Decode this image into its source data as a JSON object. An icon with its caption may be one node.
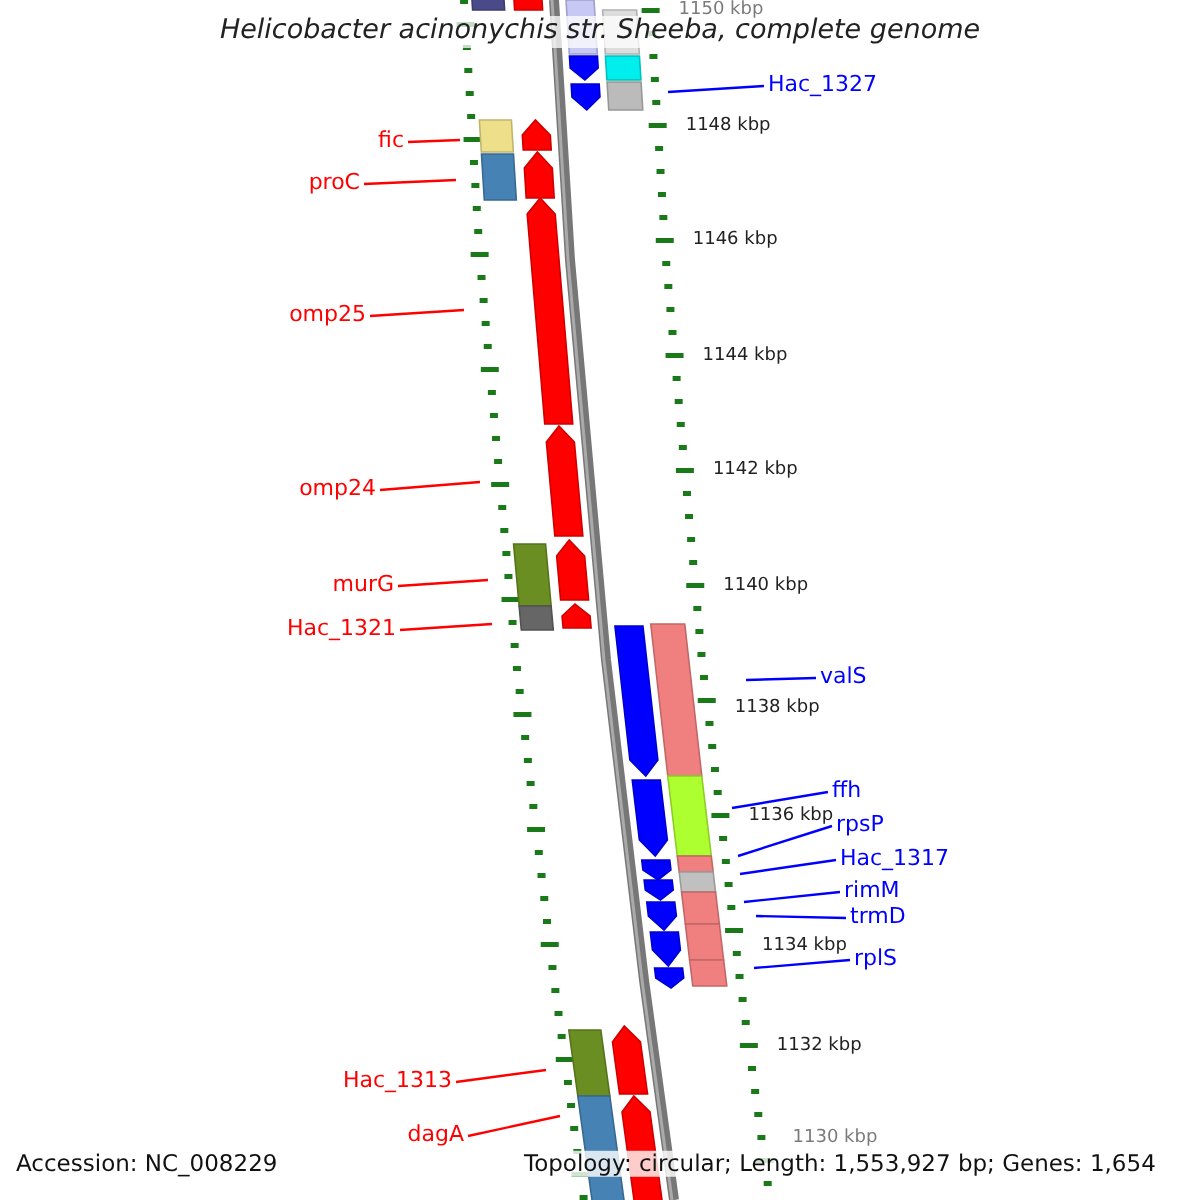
{
  "diagram": {
    "title": "Helicobacter acinonychis str. Sheeba, complete genome",
    "nodes": [
      {
        "text": [
          "Hac_1327"
        ]
      },
      {
        "text": [
          "fic"
        ]
      },
      {
        "text": [
          "proC"
        ]
      },
      {
        "text": [
          "omp25"
        ]
      },
      {
        "text": [
          "omp24"
        ]
      },
      {
        "text": [
          "murG"
        ]
      },
      {
        "text": [
          "Hac_1321"
        ]
      },
      {
        "text": [
          "valS"
        ]
      },
      {
        "text": [
          "ffh"
        ]
      },
      {
        "text": [
          "rpsP"
        ]
      },
      {
        "text": [
          "Hac_1317"
        ]
      },
      {
        "text": [
          "rimM"
        ]
      },
      {
        "text": [
          "trmD"
        ]
      },
      {
        "text": [
          "rplS"
        ]
      },
      {
        "text": [
          "Hac_1313"
        ]
      },
      {
        "text": [
          "dagA"
        ]
      }
    ],
    "edges": [
      {
        "from": 0,
        "to": null,
        "arrow": "none",
        "color": "#0000ff"
      },
      {
        "from": 1,
        "to": null,
        "arrow": "none",
        "color": "#ff0000"
      },
      {
        "from": 2,
        "to": null,
        "arrow": "none",
        "color": "#ff0000"
      },
      {
        "from": 3,
        "to": null,
        "arrow": "none",
        "color": "#ff0000"
      },
      {
        "from": 4,
        "to": null,
        "arrow": "none",
        "color": "#ff0000"
      },
      {
        "from": 5,
        "to": null,
        "arrow": "none",
        "color": "#ff0000"
      },
      {
        "from": 6,
        "to": null,
        "arrow": "none",
        "color": "#ff0000"
      },
      {
        "from": 7,
        "to": null,
        "arrow": "none",
        "color": "#0000ff"
      },
      {
        "from": 8,
        "to": null,
        "arrow": "none",
        "color": "#0000ff"
      },
      {
        "from": 9,
        "to": null,
        "arrow": "none",
        "color": "#0000ff"
      },
      {
        "from": 10,
        "to": null,
        "arrow": "none",
        "color": "#0000ff"
      },
      {
        "from": 11,
        "to": null,
        "arrow": "none",
        "color": "#0000ff"
      },
      {
        "from": 12,
        "to": null,
        "arrow": "none",
        "color": "#0000ff"
      },
      {
        "from": 13,
        "to": null,
        "arrow": "none",
        "color": "#0000ff"
      },
      {
        "from": 14,
        "to": null,
        "arrow": "none",
        "color": "#ff0000"
      },
      {
        "from": 15,
        "to": null,
        "arrow": "none",
        "color": "#ff0000"
      }
    ],
    "labels": [
      "1150 kbp",
      "1148 kbp",
      "1146 kbp",
      "1144 kbp",
      "1142 kbp",
      "1140 kbp",
      "1138 kbp",
      "1136 kbp",
      "1134 kbp",
      "1132 kbp",
      "1130 kbp",
      "Accession: NC_008229",
      "Topology: circular; Length: 1,553,927 bp; Genes: 1,654"
    ]
  }
}
